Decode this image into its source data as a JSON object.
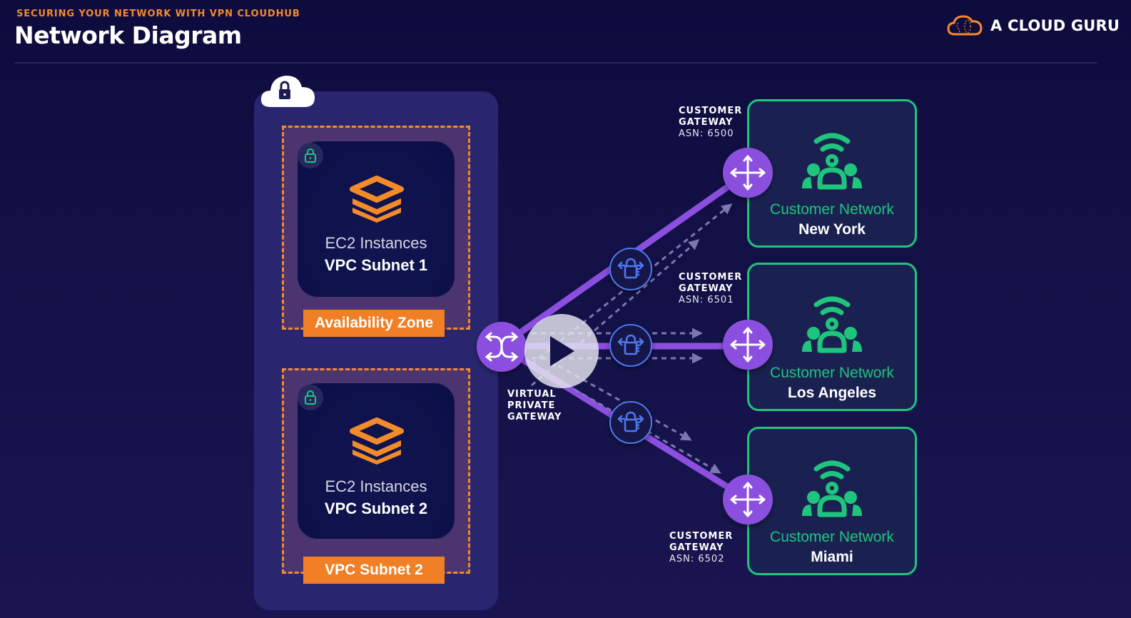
{
  "header": {
    "subtitle": "SECURING YOUR NETWORK WITH VPN CLOUDHUB",
    "title": "Network Diagram",
    "brand": {
      "name": "A CLOUD GURU",
      "icon": "cloud-logo-icon"
    }
  },
  "colors": {
    "background": "#0e0c3d",
    "accent_orange": "#f07f25",
    "vpc_panel": "#29266f",
    "purple_line": "#8b4fe0",
    "gateway_purple": "#8b4fe0",
    "vpn_blue": "#4f78f0",
    "customer_green": "#1fc47d"
  },
  "vpc": {
    "icon": "cloud-lock-icon",
    "zones": [
      {
        "label": "Availability Zone",
        "card": {
          "line1": "EC2 Instances",
          "line2": "VPC Subnet 1",
          "icon": "ec2-stack-icon",
          "badge_icon": "lock-icon"
        }
      },
      {
        "label": "VPC Subnet 2",
        "card": {
          "line1": "EC2 Instances",
          "line2": "VPC Subnet 2",
          "icon": "ec2-stack-icon",
          "badge_icon": "lock-icon"
        }
      }
    ]
  },
  "virtual_private_gateway": {
    "label_lines": [
      "VIRTUAL",
      "PRIVATE",
      "GATEWAY"
    ],
    "icon": "crossed-arrows-icon"
  },
  "vpn_connections": [
    {
      "icon": "vpn-lock-icon",
      "target": "New York"
    },
    {
      "icon": "vpn-lock-icon",
      "target": "Los Angeles"
    },
    {
      "icon": "vpn-lock-icon",
      "target": "Miami"
    }
  ],
  "customer_gateways": [
    {
      "title1": "CUSTOMER",
      "title2": "GATEWAY",
      "asn": "ASN: 6500",
      "icon": "four-way-arrows-icon"
    },
    {
      "title1": "CUSTOMER",
      "title2": "GATEWAY",
      "asn": "ASN: 6501",
      "icon": "four-way-arrows-icon"
    },
    {
      "title1": "CUSTOMER",
      "title2": "GATEWAY",
      "asn": "ASN: 6502",
      "icon": "four-way-arrows-icon"
    }
  ],
  "customer_networks": [
    {
      "label": "Customer Network",
      "city": "New York",
      "icon": "network-users-icon"
    },
    {
      "label": "Customer Network",
      "city": "Los Angeles",
      "icon": "network-users-icon"
    },
    {
      "label": "Customer Network",
      "city": "Miami",
      "icon": "network-users-icon"
    }
  ],
  "video": {
    "play_icon": "play-icon"
  }
}
